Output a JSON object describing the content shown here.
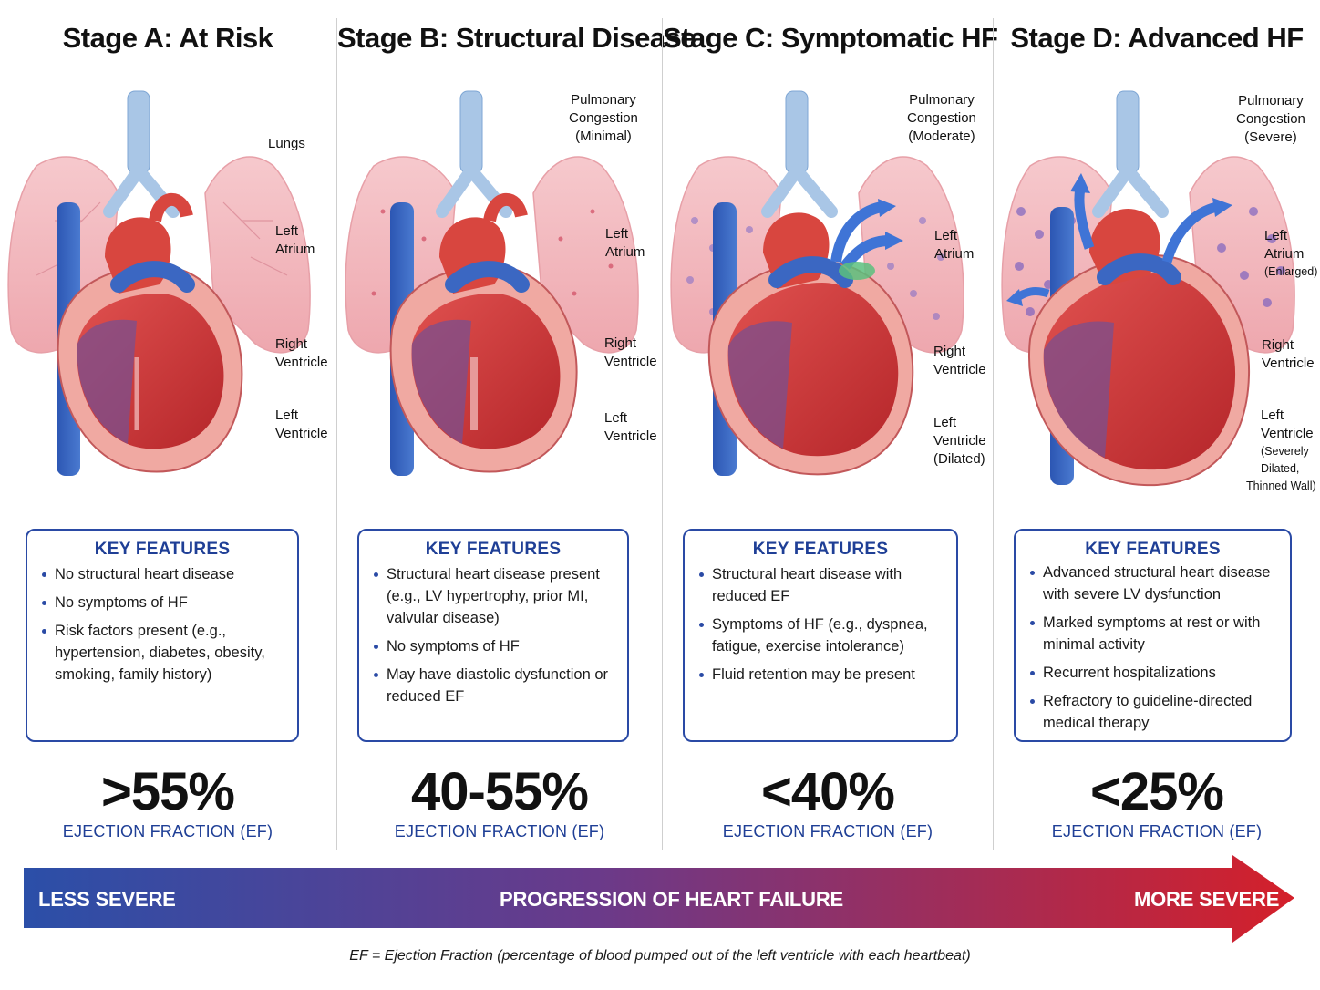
{
  "colors": {
    "accent_blue": "#1f3f96",
    "box_border": "#2a4aa5",
    "arrow_start": "#2b4fa8",
    "arrow_end": "#d4202a"
  },
  "stages": [
    {
      "title": "Stage A: At Risk",
      "labels": {
        "lungs": "Lungs",
        "left_atrium_1": "Left",
        "left_atrium_2": "Atrium",
        "right_ventricle_1": "Right",
        "right_ventricle_2": "Ventricle",
        "left_ventricle_1": "Left",
        "left_ventricle_2": "Ventricle"
      },
      "features_title": "KEY FEATURES",
      "features": [
        "No structural heart disease",
        "No symptoms of HF",
        "Risk factors present (e.g., hypertension, diabetes, obesity, smoking, family history)"
      ],
      "ef_value": ">55%",
      "ef_label": "EJECTION FRACTION (EF)"
    },
    {
      "title": "Stage B: Structural Disease",
      "labels": {
        "pc_1": "Pulmonary",
        "pc_2": "Congestion",
        "pc_3": "(Minimal)",
        "left_atrium_1": "Left",
        "left_atrium_2": "Atrium",
        "right_ventricle_1": "Right",
        "right_ventricle_2": "Ventricle",
        "left_ventricle_1": "Left",
        "left_ventricle_2": "Ventricle"
      },
      "features_title": "KEY FEATURES",
      "features": [
        "Structural heart disease present (e.g., LV hypertrophy, prior MI, valvular disease)",
        "No symptoms of HF",
        "May have diastolic dysfunction or reduced EF"
      ],
      "ef_value": "40-55%",
      "ef_label": "EJECTION FRACTION (EF)"
    },
    {
      "title": "Stage C: Symptomatic HF",
      "labels": {
        "pc_1": "Pulmonary",
        "pc_2": "Congestion",
        "pc_3": "(Moderate)",
        "left_atrium_1": "Left",
        "left_atrium_2": "Atrium",
        "right_ventricle_1": "Right",
        "right_ventricle_2": "Ventricle",
        "left_ventricle_1": "Left",
        "left_ventricle_2": "Ventricle",
        "left_ventricle_3": "(Dilated)"
      },
      "features_title": "KEY FEATURES",
      "features": [
        "Structural heart disease with reduced EF",
        "Symptoms of HF (e.g., dyspnea, fatigue, exercise intolerance)",
        "Fluid retention may be present"
      ],
      "ef_value": "<40%",
      "ef_label": "EJECTION FRACTION (EF)"
    },
    {
      "title": "Stage D: Advanced HF",
      "labels": {
        "pc_1": "Pulmonary",
        "pc_2": "Congestion",
        "pc_3": "(Severe)",
        "left_atrium_1": "Left",
        "left_atrium_2": "Atrium",
        "left_atrium_3": "(Enlarged)",
        "right_ventricle_1": "Right",
        "right_ventricle_2": "Ventricle",
        "left_ventricle_1": "Left",
        "left_ventricle_2": "Ventricle",
        "left_ventricle_3": "(Severely",
        "left_ventricle_4": "Dilated,",
        "left_ventricle_5": "Thinned Wall)"
      },
      "features_title": "KEY FEATURES",
      "features": [
        "Advanced structural heart disease with severe LV dysfunction",
        "Marked symptoms at rest or with minimal activity",
        "Recurrent hospitalizations",
        "Refractory to guideline-directed medical therapy"
      ],
      "ef_value": "<25%",
      "ef_label": "EJECTION FRACTION (EF)"
    }
  ],
  "progression": {
    "left": "LESS SEVERE",
    "center": "PROGRESSION OF HEART FAILURE",
    "right": "MORE SEVERE"
  },
  "footnote": "EF = Ejection Fraction (percentage of blood pumped out of the left ventricle with each heartbeat)"
}
